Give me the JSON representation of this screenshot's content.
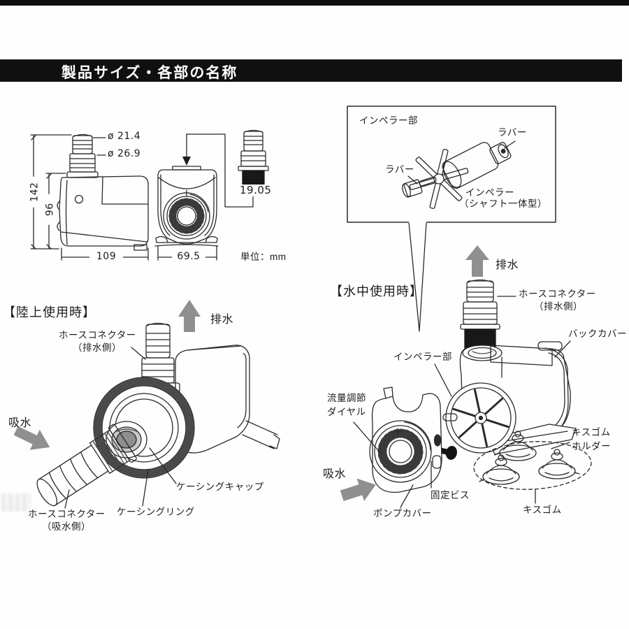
{
  "header": {
    "title": "製品サイズ・各部の名称"
  },
  "dimension_drawing": {
    "diameter_top": "ø 21.4",
    "diameter_bottom": "ø 26.9",
    "total_height": "142",
    "body_height": "96",
    "body_width": "109",
    "front_width": "69.5",
    "connector_size": "19.05",
    "unit_note": "単位：mm"
  },
  "impeller_callout": {
    "title": "インペラー部",
    "rubber_right": "ラバー",
    "rubber_left": "ラバー",
    "impeller_name": "インペラー",
    "impeller_type": "（シャフト一体型）"
  },
  "land_use": {
    "heading": "【陸上使用時】",
    "discharge": "排水",
    "suction": "吸水",
    "hose_connector_out": "ホースコネクター",
    "hose_connector_out_side": "（排水側）",
    "casing_cap": "ケーシングキャップ",
    "casing_ring": "ケーシングリング",
    "hose_connector_in": "ホースコネクター",
    "hose_connector_in_side": "（吸水側）"
  },
  "underwater_use": {
    "heading": "【水中使用時】",
    "discharge": "排水",
    "suction": "吸水",
    "hose_connector_out": "ホースコネクター",
    "hose_connector_out_side": "（排水側）",
    "back_cover": "バックカバー",
    "impeller_part": "インペラー部",
    "flow_dial_line1": "流量調節",
    "flow_dial_line2": "ダイヤル",
    "pump_cover": "ポンプカバー",
    "fixing_screw": "固定ビス",
    "cup_holder_line1": "キスゴム",
    "cup_holder_line2": "ホルダー",
    "suction_cup": "キスゴム"
  },
  "colors": {
    "ink": "#2a2a2a",
    "arrow_gray": "#8f8f8f",
    "header_bg": "#101010"
  }
}
